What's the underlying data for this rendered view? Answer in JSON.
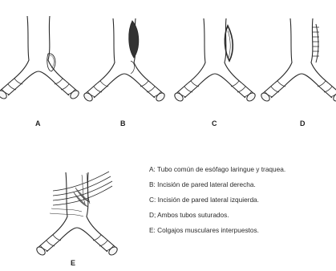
{
  "panels": [
    {
      "id": "a",
      "label": "A"
    },
    {
      "id": "b",
      "label": "B"
    },
    {
      "id": "c",
      "label": "C"
    },
    {
      "id": "d",
      "label": "D"
    },
    {
      "id": "e",
      "label": "E"
    }
  ],
  "legend": [
    {
      "key": "A",
      "text": "A: Tubo común de esófago laringue y traquea."
    },
    {
      "key": "B",
      "text": "B: Incisión de pared lateral derecha."
    },
    {
      "key": "C",
      "text": "C: Incisión de pared lateral izquierda."
    },
    {
      "key": "D",
      "text": "D; Ambos tubos suturados."
    },
    {
      "key": "E",
      "text": "E: Colgajos musculares interpuestos."
    }
  ],
  "colors": {
    "ink": "#2a2a2a",
    "incision_fill": "#333333",
    "tube_fill": "#f7f7f7"
  }
}
